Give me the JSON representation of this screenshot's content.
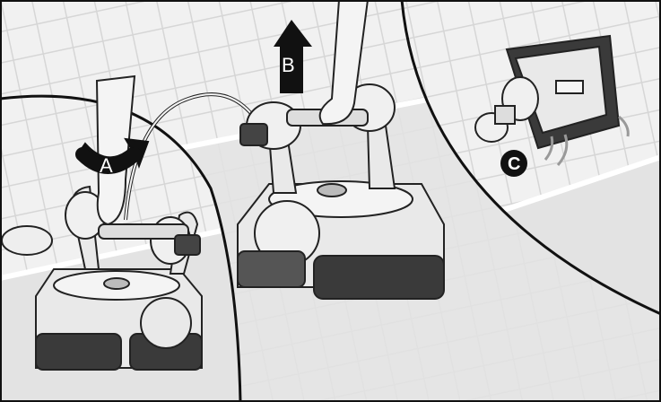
{
  "labels": {
    "a": "A",
    "b": "B",
    "c": "C"
  },
  "colors": {
    "tile_light": "#f1f1f1",
    "tile_grout": "#d6d6d6",
    "water": "#e3e3e3",
    "outline": "#222222",
    "robot_body": "#e9e9e9",
    "track": "#3a3a3a",
    "marker_fill": "#111111"
  },
  "icons": [
    "curved-arrow-icon",
    "up-arrow-icon",
    "c-marker-icon"
  ]
}
